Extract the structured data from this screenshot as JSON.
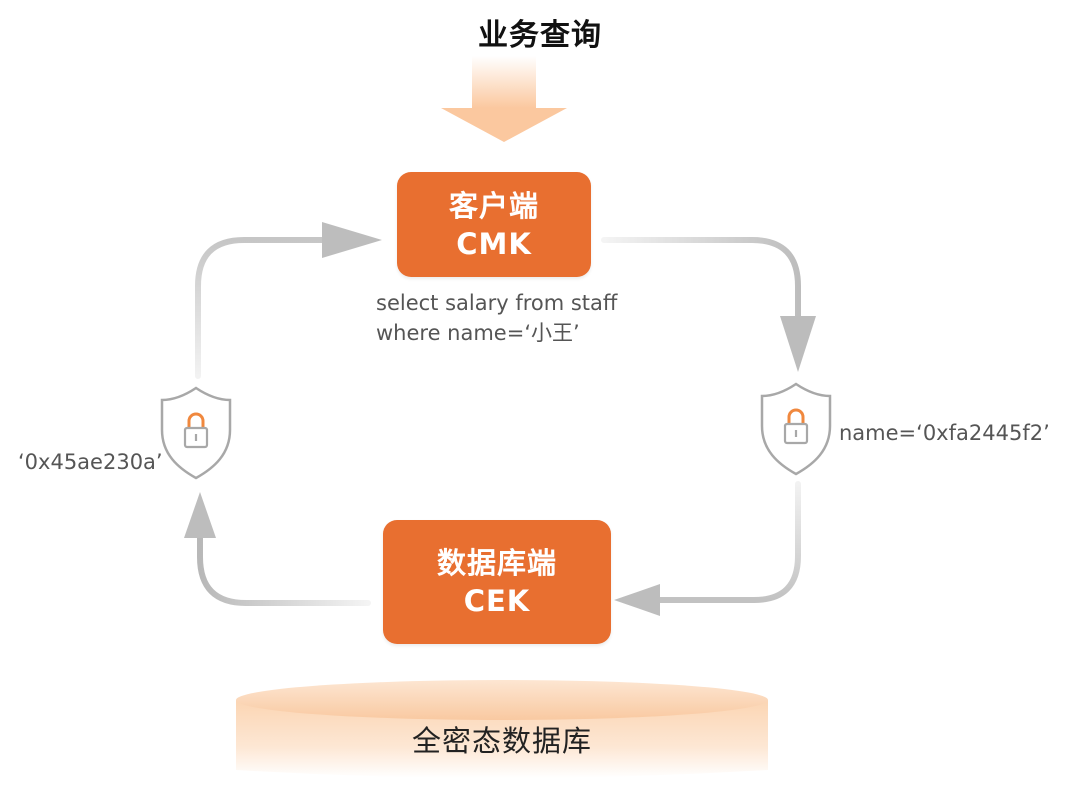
{
  "title": "业务查询",
  "client_box": {
    "line1": "客户端",
    "line2": "CMK"
  },
  "db_box": {
    "line1": "数据库端",
    "line2": "CEK"
  },
  "sql": {
    "line1": "select salary from staff",
    "line2": "where name=‘小王’"
  },
  "cipher_left": "‘0x45ae230a’",
  "cipher_right": "name=‘0xfa2445f2’",
  "database_label": "全密态数据库",
  "icons": {
    "top_arrow": "down-arrow-icon",
    "left_shield": "shield-lock-icon",
    "right_shield": "shield-lock-icon"
  },
  "colors": {
    "box_fill": "#e86f30",
    "accent_light": "#fbd9bf",
    "arrow_gray": "#bdbdbd",
    "shield_gray": "#a8a8a8",
    "lock_orange": "#f0883e"
  }
}
